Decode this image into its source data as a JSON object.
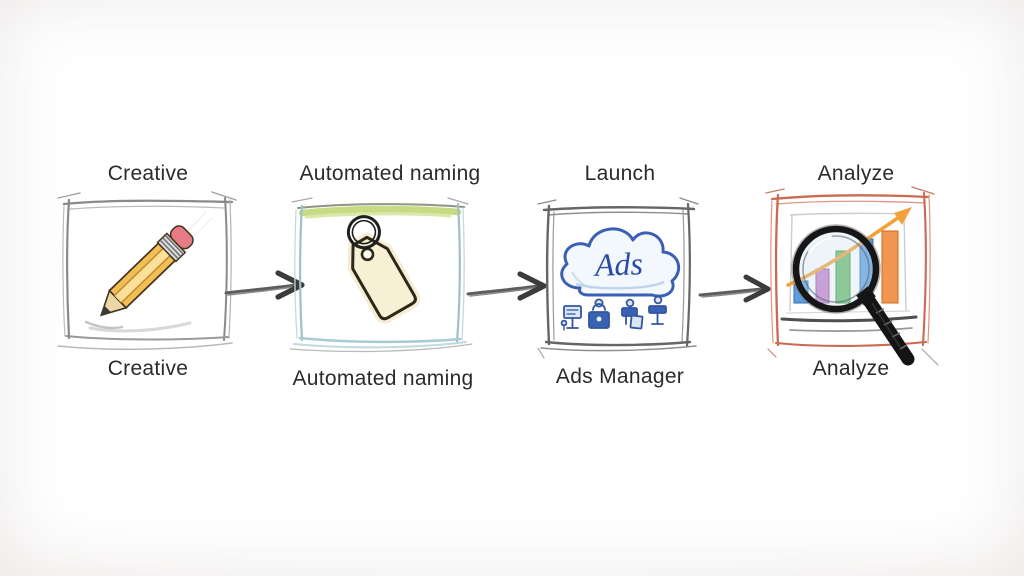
{
  "diagram": {
    "steps": [
      {
        "id": "creative",
        "title": "Creative",
        "label": "Creative",
        "icon": "pencil-icon"
      },
      {
        "id": "automated-naming",
        "title": "Automated naming",
        "label": "Automated naming",
        "icon": "price-tag-icon"
      },
      {
        "id": "launch",
        "title": "Launch",
        "label": "Ads Manager",
        "icon": "ads-cloud-icon",
        "cloud_text": "Ads"
      },
      {
        "id": "analyze",
        "title": "Analyze",
        "label": "Analyze",
        "icon": "magnifier-bar-chart-icon"
      }
    ],
    "connectors": [
      {
        "type": "arrow-right"
      },
      {
        "type": "arrow-right"
      },
      {
        "type": "arrow-right"
      }
    ],
    "colors": {
      "background": "#fcfbf9",
      "text": "#2b2b2b",
      "arrow": "#4a4a4a",
      "box_creative_stroke": "#8a8a8a",
      "box_naming_green": "#bcd56d",
      "box_naming_blue": "#9fbfc9",
      "box_launch_stroke": "#666666",
      "box_analyze_stroke": "#c96a52",
      "pencil_body": "#f2bf55",
      "pencil_eraser": "#e87c86",
      "tag_fill": "#f8f0d5",
      "cloud_blue": "#3a5fb4",
      "bar_purple": "#bd6ec4",
      "bar_green": "#57b257",
      "bar_blue": "#4a90d9",
      "bar_orange": "#ef8838",
      "trend_orange": "#f2a23c"
    }
  }
}
